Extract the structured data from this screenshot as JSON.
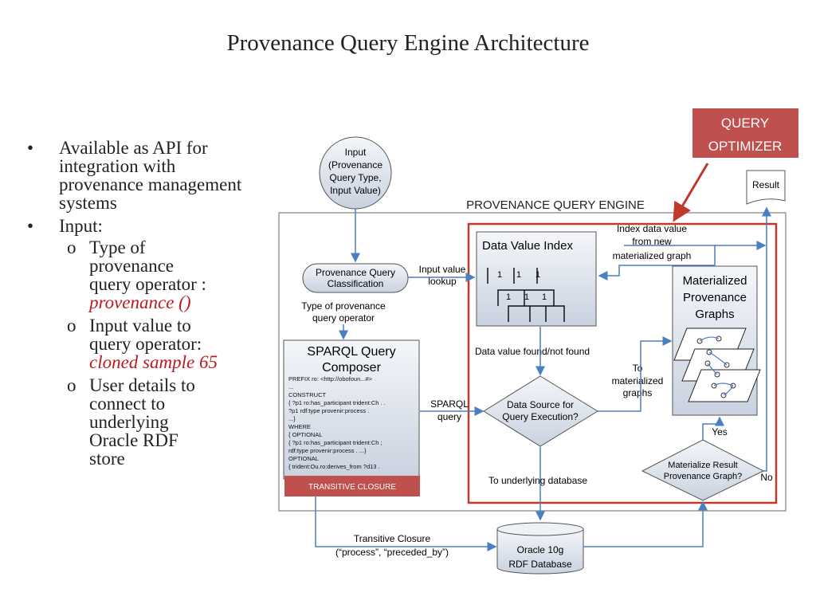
{
  "slide": {
    "title": "Provenance Query Engine Architecture",
    "bullets": [
      "Available as API for integration with provenance management systems",
      "Input:"
    ],
    "sub_bullets": [
      {
        "lines": [
          "Type of",
          "provenance",
          "query operator :"
        ],
        "emph": "provenance ()"
      },
      {
        "lines": [
          "Input value to",
          "query operator:"
        ],
        "emph": "cloned sample  65"
      },
      {
        "lines": [
          "User details to",
          "connect to",
          "underlying",
          "Oracle RDF",
          "store"
        ],
        "emph": ""
      }
    ]
  },
  "diagram": {
    "optimizer_callout": [
      "QUERY",
      "OPTIMIZER"
    ],
    "engine_label": "PROVENANCE QUERY ENGINE",
    "input_node": [
      "Input",
      "(Provenance",
      "Query Type,",
      "Input Value)"
    ],
    "result_node": "Result",
    "classification_node": [
      "Provenance Query",
      "Classification"
    ],
    "type_label": [
      "Type of provenance",
      "query operator"
    ],
    "input_lookup_label": [
      "Input value",
      "lookup"
    ],
    "index_title": "Data Value Index",
    "index_bits": [
      "1",
      "1",
      "1",
      "1",
      "1",
      "1"
    ],
    "index_update_label": [
      "Index data value",
      "from new",
      "materialized graph"
    ],
    "materialized_title": [
      "Materialized",
      "Provenance",
      "Graphs"
    ],
    "found_label": "Data value found/not found",
    "to_materialized_label": [
      "To",
      "materialized",
      "graphs"
    ],
    "sparql_title": [
      "SPARQL Query",
      "Composer"
    ],
    "sparql_code": [
      "PREFIX  ro:   <http://obofoun...#>",
      "...",
      "CONSTRUCT",
      "  { ?p1  ro:has_participant  trident:Ch . .",
      "    ?p1 rdf:type provenir:process .",
      "    ...}",
      "WHERE",
      "{ OPTIONAL",
      "  { ?p1  ro:has_participant  trident:Ch ;",
      "        rdf:type provenir:process .         ...}",
      "OPTIONAL",
      "{ trident:Ou.ro:derives_from ?d13 ."
    ],
    "sparql_query_label": [
      "SPARQL",
      "query"
    ],
    "data_source_node": [
      "Data Source for",
      "Query Execution?"
    ],
    "yes_label": "Yes",
    "no_label": "No",
    "materialize_node": [
      "Materialize Result",
      "Provenance Graph?"
    ],
    "underlying_label": "To underlying database",
    "transitive_badge": "TRANSITIVE CLOSURE",
    "transitive_label": [
      "Transitive Closure",
      "(“process”, “preceded_by”)"
    ],
    "database_node": [
      "Oracle 10g",
      "RDF Database"
    ]
  },
  "colors": {
    "accent_red": "#c0392b",
    "arrow_blue": "#4a7fc1",
    "node_fill": "#dce3ee"
  }
}
